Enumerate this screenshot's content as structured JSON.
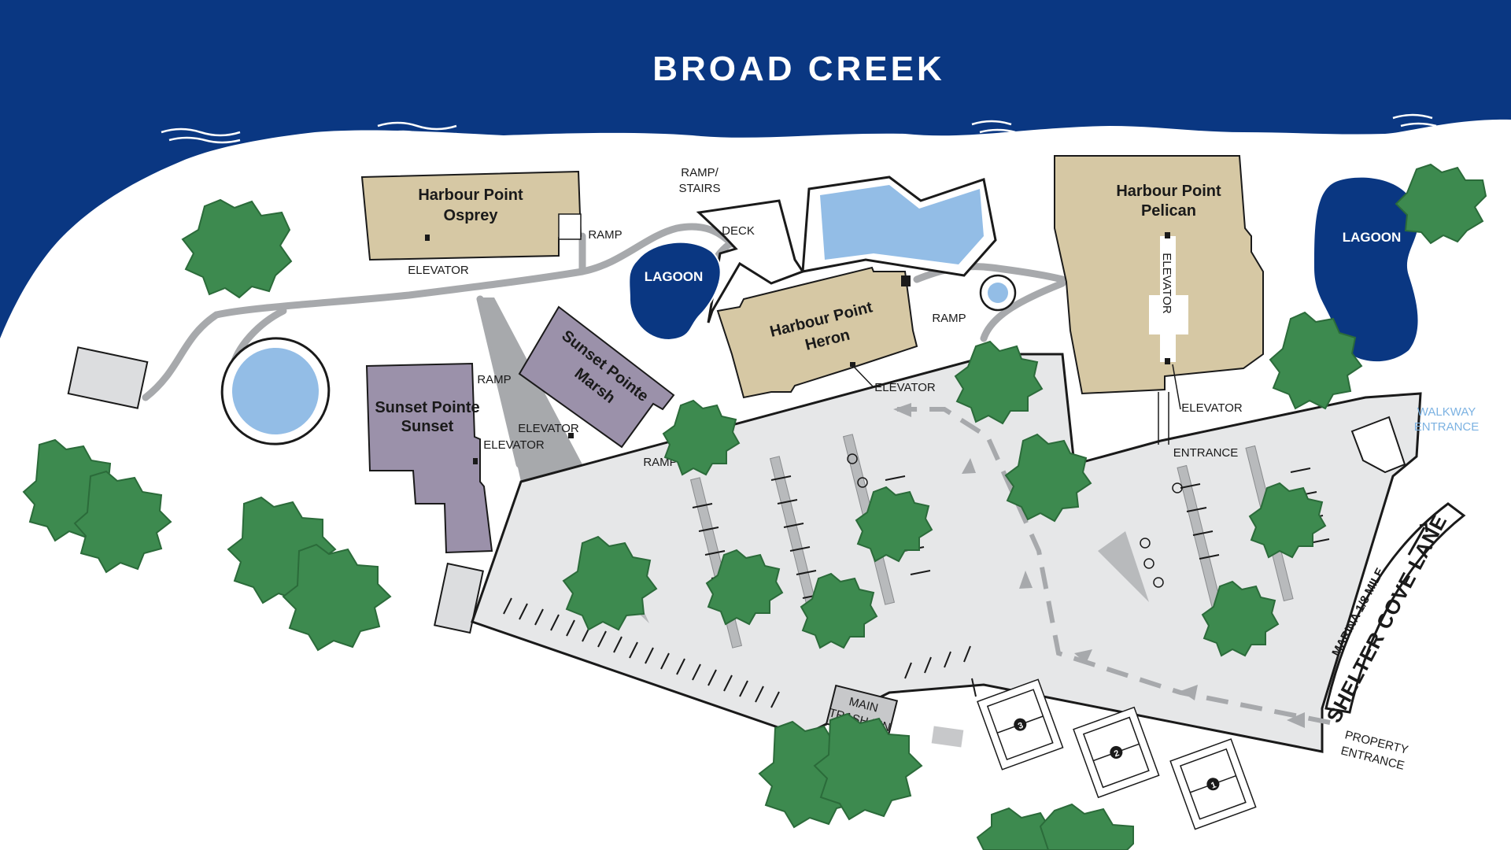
{
  "water": {
    "title": "BROAD CREEK",
    "color": "#0a3782"
  },
  "buildings": [
    {
      "id": "osprey",
      "line1": "Harbour Point",
      "line2": "Osprey",
      "color": "#d6c8a4"
    },
    {
      "id": "pelican",
      "line1": "Harbour Point",
      "line2": "Pelican",
      "color": "#d6c8a4"
    },
    {
      "id": "heron",
      "line1": "Harbour Point",
      "line2": "Heron",
      "color": "#d6c8a4"
    },
    {
      "id": "sunset",
      "line1": "Sunset Pointe",
      "line2": "Sunset",
      "color": "#9b91aa"
    },
    {
      "id": "marsh",
      "line1": "Sunset Pointe",
      "line2": "Marsh",
      "color": "#9b91aa"
    }
  ],
  "labels": {
    "lagoon_left": "LAGOON",
    "lagoon_right": "LAGOON",
    "ramp_stairs_1": "RAMP/",
    "ramp_stairs_2": "STAIRS",
    "deck": "DECK",
    "ramp_osprey": "RAMP",
    "elevator_osprey": "ELEVATOR",
    "ramp_heron": "RAMP",
    "elevator_heron": "ELEVATOR",
    "elevator_pelican_vertical": "ELEVATOR",
    "elevator_pelican": "ELEVATOR",
    "entrance": "ENTRANCE",
    "ramp_sunset": "RAMP",
    "elevator_sunset": "ELEVATOR",
    "elevator_marsh": "ELEVATOR",
    "ramp_marsh": "RAMP",
    "walkway_1": "WALKWAY",
    "walkway_2": "ENTRANCE",
    "trash_1": "MAIN",
    "trash_2": "TRASH BIN",
    "property_1": "PROPERTY",
    "property_2": "ENTRANCE",
    "road_name": "SHELTER COVE LANE",
    "marina": "MARINA 1/8 MILE"
  },
  "courts": [
    {
      "number": "3"
    },
    {
      "number": "2"
    },
    {
      "number": "1"
    }
  ],
  "colors": {
    "parking": "#e6e7e8",
    "path": "#a7a9ac",
    "pool": "#93bde6",
    "tree": "#3d8a4f",
    "tree_dark": "#2b6b3a"
  }
}
